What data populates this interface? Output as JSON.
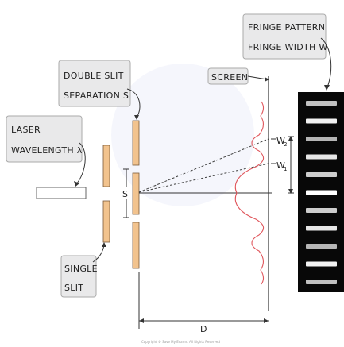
{
  "labels": {
    "double_slit_line1": "DOUBLE SLIT",
    "double_slit_line2": "SEPARATION S",
    "laser_line1": "LASER",
    "laser_line2": "WAVELENGTH λ",
    "single_slit_line1": "SINGLE",
    "single_slit_line2": "SLIT",
    "screen": "SCREEN",
    "fringe_line1": "FRINGE PATTERN",
    "fringe_line2": "FRINGE WIDTH W",
    "separation_symbol": "S",
    "distance_symbol": "D",
    "w2_main": "W",
    "w2_sub": "2",
    "w1_main": "W",
    "w1_sub": "1",
    "copyright": "Copyright © Save My Exams. All Rights Reserved"
  },
  "colors": {
    "slit_fill": "#f2c38e",
    "slit_stroke": "#7a5a3a",
    "wave": "#e0575d",
    "fringe_background": "#080808",
    "fringe_bright": "#ffffff",
    "callout_fill": "#e9e9ea"
  },
  "fringe_brightness": [
    0.75,
    0.95,
    0.7,
    0.9,
    0.8,
    1.0,
    0.8,
    0.9,
    0.7,
    0.95,
    0.75
  ]
}
